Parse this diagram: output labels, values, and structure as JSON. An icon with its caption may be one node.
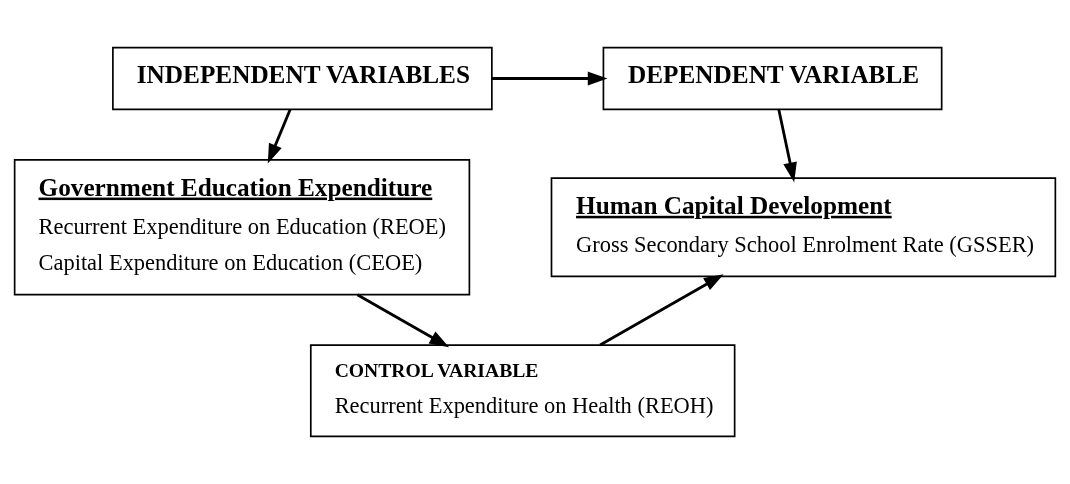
{
  "diagram": {
    "nodes": [
      {
        "text": [
          "INDEPENDENT VARIABLES"
        ]
      },
      {
        "text": [
          "DEPENDENT VARIABLE"
        ]
      },
      {
        "text": [
          "Government Education Expenditure",
          "Recurrent Expenditure on Education (REOE)",
          "Capital Expenditure on Education (CEOE)"
        ]
      },
      {
        "text": [
          "Human Capital Development",
          "Gross Secondary School Enrolment Rate (GSSER)"
        ]
      },
      {
        "text": [
          "CONTROL VARIABLE",
          "Recurrent Expenditure on Health (REOH)"
        ]
      }
    ],
    "edges": [
      {
        "from": 0,
        "to": 1,
        "arrow": "to"
      },
      {
        "from": 0,
        "to": 2,
        "arrow": "to"
      },
      {
        "from": 1,
        "to": 3,
        "arrow": "to"
      },
      {
        "from": 2,
        "to": 4,
        "arrow": "to"
      },
      {
        "from": 4,
        "to": 3,
        "arrow": "to"
      }
    ]
  }
}
